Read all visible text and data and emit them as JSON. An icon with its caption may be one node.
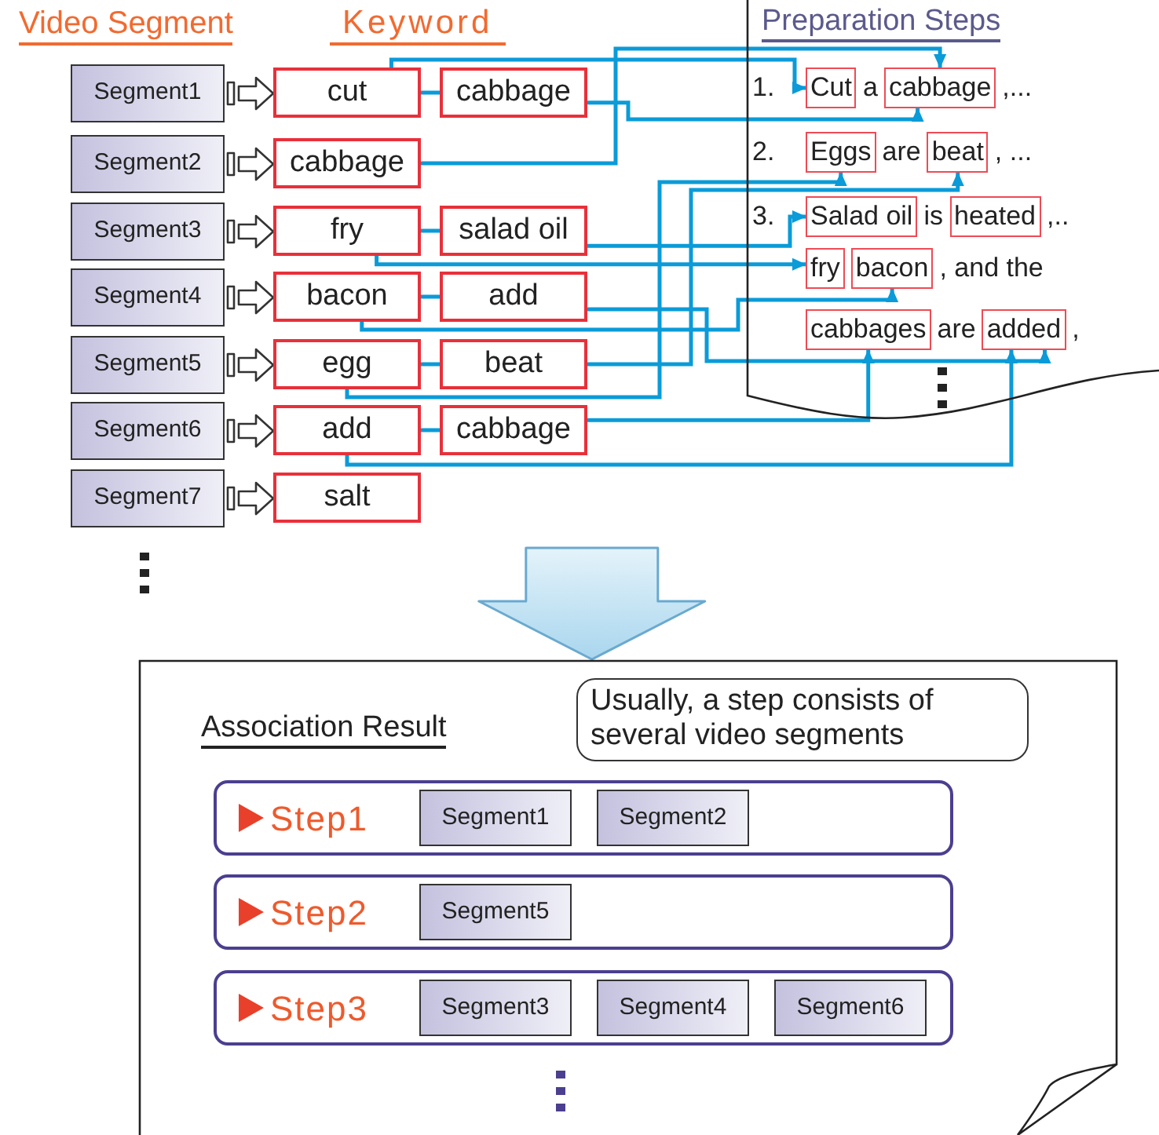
{
  "diagram": {
    "nodes": [
      {
        "text": [
          "Segment1"
        ]
      },
      {
        "text": [
          "Segment2"
        ]
      },
      {
        "text": [
          "Segment3"
        ]
      },
      {
        "text": [
          "Segment4"
        ]
      },
      {
        "text": [
          "Segment5"
        ]
      },
      {
        "text": [
          "Segment6"
        ]
      },
      {
        "text": [
          "Segment7"
        ]
      },
      {
        "text": [
          "cut"
        ]
      },
      {
        "text": [
          "cabbage"
        ]
      },
      {
        "text": [
          "fry"
        ]
      },
      {
        "text": [
          "bacon"
        ]
      },
      {
        "text": [
          "egg"
        ]
      },
      {
        "text": [
          "add"
        ]
      },
      {
        "text": [
          "salt"
        ]
      },
      {
        "text": [
          "cabbage"
        ]
      },
      {
        "text": [
          "salad oil"
        ]
      },
      {
        "text": [
          "add"
        ]
      },
      {
        "text": [
          "beat"
        ]
      },
      {
        "text": [
          "cabbage"
        ]
      },
      {
        "text": [
          "Preparation Steps"
        ]
      },
      {
        "text": [
          "Cut"
        ],
        "in": 19
      },
      {
        "text": [
          "cabbage"
        ],
        "in": 19
      },
      {
        "text": [
          "Eggs"
        ],
        "in": 19
      },
      {
        "text": [
          "beat"
        ],
        "in": 19
      },
      {
        "text": [
          "Salad oil"
        ],
        "in": 19
      },
      {
        "text": [
          "heated"
        ],
        "in": 19
      },
      {
        "text": [
          "fry"
        ],
        "in": 19
      },
      {
        "text": [
          "bacon"
        ],
        "in": 19
      },
      {
        "text": [
          "cabbages"
        ],
        "in": 19
      },
      {
        "text": [
          "added"
        ],
        "in": 19
      },
      {
        "text": [
          "Association Result"
        ]
      },
      {
        "text": [
          "Usually, a step consists of several video segments"
        ],
        "in": 30
      },
      {
        "text": [
          "Step1"
        ],
        "in": 30
      },
      {
        "text": [
          "Segment1"
        ],
        "in": 32
      },
      {
        "text": [
          "Segment2"
        ],
        "in": 32
      },
      {
        "text": [
          "Step2"
        ],
        "in": 30
      },
      {
        "text": [
          "Segment5"
        ],
        "in": 35
      },
      {
        "text": [
          "Step3"
        ],
        "in": 30
      },
      {
        "text": [
          "Segment3"
        ],
        "in": 37
      },
      {
        "text": [
          "Segment4"
        ],
        "in": 37
      },
      {
        "text": [
          "Segment6"
        ],
        "in": 37
      }
    ],
    "edges": [
      {
        "from": 0,
        "to": 7,
        "arrow": "to",
        "style": "thick",
        "color": "#333333"
      },
      {
        "from": 1,
        "to": 8,
        "arrow": "to",
        "style": "thick",
        "color": "#333333"
      },
      {
        "from": 2,
        "to": 9,
        "arrow": "to",
        "style": "thick",
        "color": "#333333"
      },
      {
        "from": 3,
        "to": 10,
        "arrow": "to",
        "style": "thick",
        "color": "#333333"
      },
      {
        "from": 4,
        "to": 11,
        "arrow": "to",
        "style": "thick",
        "color": "#333333"
      },
      {
        "from": 5,
        "to": 12,
        "arrow": "to",
        "style": "thick",
        "color": "#333333"
      },
      {
        "from": 6,
        "to": 13,
        "arrow": "to",
        "style": "thick",
        "color": "#333333"
      },
      {
        "from": 7,
        "to": 14,
        "arrow": "none"
      },
      {
        "from": 9,
        "to": 15,
        "arrow": "none"
      },
      {
        "from": 10,
        "to": 16,
        "arrow": "none"
      },
      {
        "from": 11,
        "to": 17,
        "arrow": "none"
      },
      {
        "from": 12,
        "to": 18,
        "arrow": "none"
      },
      {
        "from": 7,
        "to": 20,
        "arrow": "to"
      },
      {
        "from": 14,
        "to": 21,
        "arrow": "to"
      },
      {
        "from": 8,
        "to": 21,
        "arrow": "to"
      },
      {
        "from": 15,
        "to": 24,
        "arrow": "to"
      },
      {
        "from": 9,
        "to": 26,
        "arrow": "to"
      },
      {
        "from": 10,
        "to": 27,
        "arrow": "to"
      },
      {
        "from": 16,
        "to": 29,
        "arrow": "to"
      },
      {
        "from": 11,
        "to": 22,
        "arrow": "to"
      },
      {
        "from": 17,
        "to": 23,
        "arrow": "to"
      },
      {
        "from": 18,
        "to": 28,
        "arrow": "to"
      },
      {
        "from": 12,
        "to": 29,
        "arrow": "to"
      },
      {
        "from": null,
        "to": 30,
        "arrow": "to",
        "style": "thick",
        "color": "#6aa9cf"
      }
    ],
    "labels": [
      "Video Segment",
      "Keyword",
      "1.",
      "a",
      ",...",
      "2.",
      "are",
      ", ...",
      "3.",
      "is",
      ",..",
      ", and the",
      "are",
      ","
    ]
  }
}
